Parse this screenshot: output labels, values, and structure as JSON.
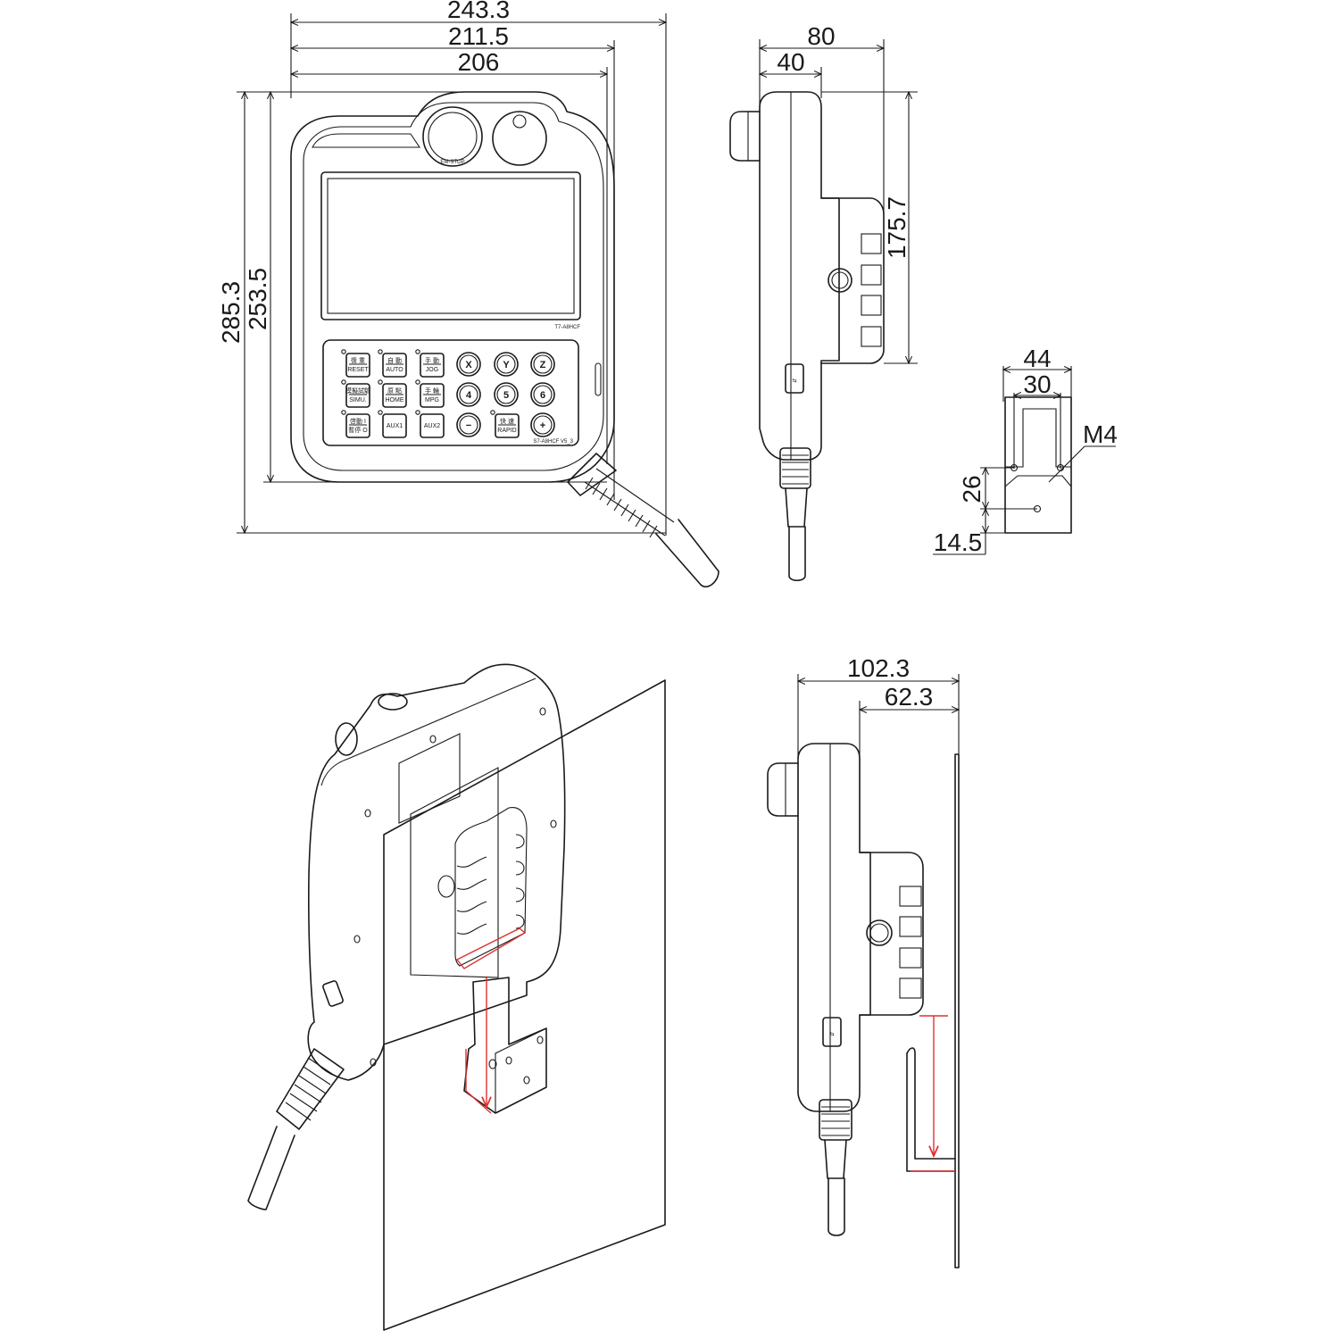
{
  "front_view": {
    "dims": {
      "overall_width": "243.3",
      "mid_width": "211.5",
      "inner_width": "206",
      "overall_height": "285.3",
      "inner_height": "253.5"
    },
    "estop_label": "EM-STOP",
    "model_label": "T7-A8HCF",
    "board_label": "S7-A8HCF V5_3",
    "keys": [
      {
        "cn": "復 重",
        "en": "RESET"
      },
      {
        "cn": "自 動",
        "en": "AUTO"
      },
      {
        "cn": "手 動",
        "en": "JOG"
      },
      {
        "cn": "",
        "en": "X"
      },
      {
        "cn": "",
        "en": "Y"
      },
      {
        "cn": "",
        "en": "Z"
      },
      {
        "cn": "模擬試驗",
        "en": "SIMU."
      },
      {
        "cn": "原 點",
        "en": "HOME"
      },
      {
        "cn": "手 輪",
        "en": "MPG"
      },
      {
        "cn": "",
        "en": "4"
      },
      {
        "cn": "",
        "en": "5"
      },
      {
        "cn": "",
        "en": "6"
      },
      {
        "cn": "啓動 I",
        "en": "暫停 O"
      },
      {
        "cn": "",
        "en": "AUX1"
      },
      {
        "cn": "",
        "en": "AUX2"
      },
      {
        "cn": "",
        "en": "−"
      },
      {
        "cn": "快 速",
        "en": "RAPID"
      },
      {
        "cn": "",
        "en": "+"
      }
    ]
  },
  "side_view": {
    "dims": {
      "depth": "80",
      "body_depth": "40",
      "handle_height": "175.7"
    }
  },
  "bracket_view": {
    "dims": {
      "width": "44",
      "slot_width": "30",
      "hole_spacing": "26",
      "hole_offset": "14.5"
    },
    "thread_label": "M4"
  },
  "mounted_side_view": {
    "dims": {
      "total_depth": "102.3",
      "bracket_depth": "62.3"
    }
  },
  "colors": {
    "line": "#1a1a1a",
    "mount_path": "#e03030"
  }
}
